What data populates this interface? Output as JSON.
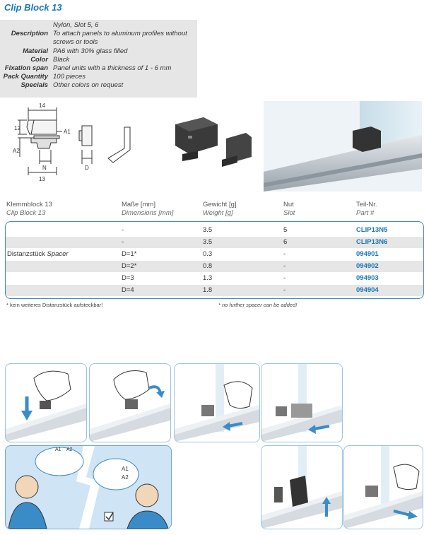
{
  "product": {
    "title": "Clip Block 13",
    "specs": [
      {
        "key": "",
        "value": "Nylon, Slot 5, 6"
      },
      {
        "key": "Description",
        "value": "To attach panels to aluminum profiles without screws or tools"
      },
      {
        "key": "Material",
        "value": "PA6 with 30% glass filled"
      },
      {
        "key": "Color",
        "value": "Black"
      },
      {
        "key": "Fixation span",
        "value": "Panel units with a thickness of 1 - 6 mm"
      },
      {
        "key": "Pack Quantity",
        "value": "100 pieces"
      },
      {
        "key": "Specials",
        "value": "Other colors on request"
      }
    ]
  },
  "drawing": {
    "dim_width": "14",
    "dim_height": "12",
    "dim_a1": "A1",
    "dim_a2": "A2",
    "dim_n": "N",
    "dim_base": "13",
    "dim_d": "D"
  },
  "table": {
    "headers_de": [
      "Klemmblock 13",
      "Maße [mm]",
      "Gewicht [g]",
      "Nut",
      "Teil-Nr."
    ],
    "headers_en": [
      "Clip Block 13",
      "Dimensions [mm]",
      "Weight [g]",
      "Slot",
      "Part #"
    ],
    "rows": [
      {
        "name": "",
        "name_en": "",
        "dim": "-",
        "weight": "3.5",
        "slot": "5",
        "part": "CLIP13N5"
      },
      {
        "name": "",
        "name_en": "",
        "dim": "-",
        "weight": "3.5",
        "slot": "6",
        "part": "CLIP13N6"
      },
      {
        "name": "Distanzstück",
        "name_en": "Spacer",
        "dim": "D=1*",
        "weight": "0.3",
        "slot": "-",
        "part": "094901"
      },
      {
        "name": "",
        "name_en": "",
        "dim": "D=2*",
        "weight": "0.8",
        "slot": "-",
        "part": "094902"
      },
      {
        "name": "",
        "name_en": "",
        "dim": "D=3",
        "weight": "1.3",
        "slot": "-",
        "part": "094903"
      },
      {
        "name": "",
        "name_en": "",
        "dim": "D=4",
        "weight": "1.8",
        "slot": "-",
        "part": "094904"
      }
    ],
    "note_de": "* kein weiteres Distanzstück aufsteckbar!",
    "note_en": "* no further spacer can be added!"
  },
  "bubble": {
    "a1": "A1",
    "a2": "A2"
  },
  "colors": {
    "accent": "#1a76b8",
    "shade": "#e6e6e6",
    "border": "#3a8cc8",
    "panel_blue": "#cfe4f5"
  }
}
